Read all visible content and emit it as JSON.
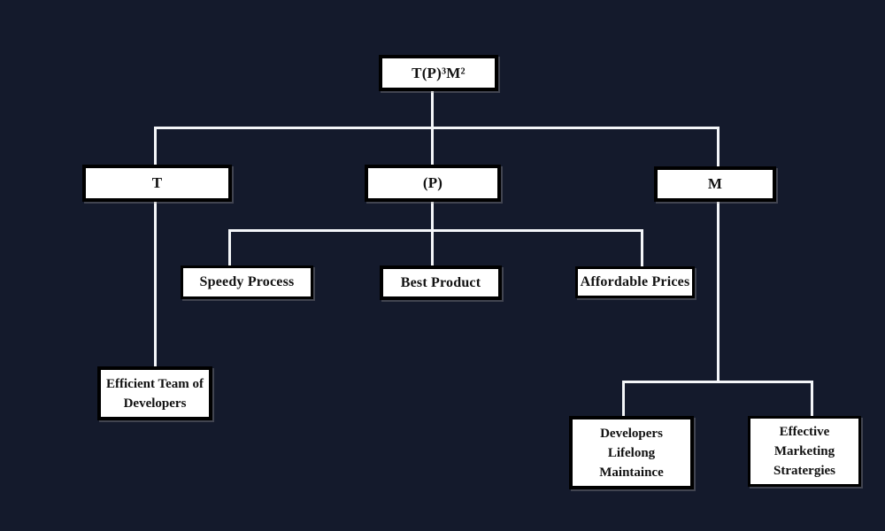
{
  "canvas": {
    "colors": {
      "bg": "#141a2c",
      "line": "#f4f6f9",
      "box-fill": "#ffffff",
      "box-border": "#000000",
      "text": "#111111"
    }
  },
  "diagram": {
    "type": "hierarchy-tree",
    "nodes": {
      "root": {
        "label": "T(P)³M²"
      },
      "t": {
        "label": "T"
      },
      "p": {
        "label": "(P)"
      },
      "m": {
        "label": "M"
      },
      "speedy": {
        "label": "Speedy Process"
      },
      "best": {
        "label": "Best Product"
      },
      "affordable": {
        "label": "Affordable Prices"
      },
      "efficient": {
        "lines": [
          "Efficient Team of",
          "Developers"
        ]
      },
      "maintenance": {
        "lines": [
          "Developers",
          "Lifelong",
          "Maintaince"
        ]
      },
      "strategies": {
        "lines": [
          "Effective",
          "Marketing",
          "Stratergies"
        ]
      }
    },
    "edges": [
      "root->t",
      "root->p",
      "root->m",
      "t->efficient",
      "p->speedy",
      "p->best",
      "p->affordable",
      "m->maintenance",
      "m->strategies"
    ]
  }
}
